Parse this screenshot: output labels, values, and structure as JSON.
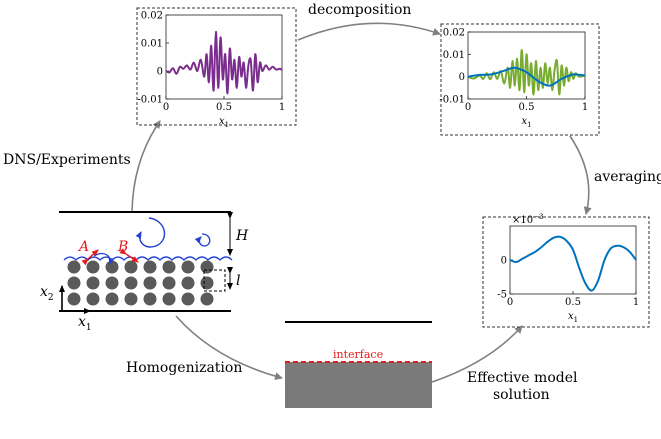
{
  "labels": {
    "decomposition": "decomposition",
    "averaging": "averaging",
    "dns": "DNS/Experiments",
    "homogenization": "Homogenization",
    "effective_line1": "Effective model",
    "effective_line2": "solution",
    "interface": "interface"
  },
  "channel": {
    "H": "H",
    "l": "l",
    "A": "A",
    "B": "B",
    "x2": "x",
    "x2_sub": "2",
    "x1": "x",
    "x1_sub": "1"
  },
  "colors": {
    "purple": "#7b2d8e",
    "green": "#77ac30",
    "blue": "#0072bd",
    "red": "#e41a1c",
    "vortex": "#1f3fd6",
    "grain": "#5a5a5a",
    "arrow": "#808080",
    "block": "#7a7a7a"
  },
  "chart_data": [
    {
      "type": "line",
      "name": "top",
      "xlabel": "x",
      "xlabel_sub": "1",
      "xlim": [
        0,
        1
      ],
      "ylim": [
        -0.01,
        0.02
      ],
      "xticks": [
        "0",
        "0.5",
        "1"
      ],
      "yticks": [
        "0.02",
        "0.01",
        "0",
        "-0.01"
      ],
      "series": [
        {
          "color": "#7b2d8e",
          "x": [
            0,
            0.03,
            0.06,
            0.09,
            0.12,
            0.15,
            0.18,
            0.21,
            0.24,
            0.27,
            0.3,
            0.33,
            0.35,
            0.37,
            0.39,
            0.41,
            0.43,
            0.45,
            0.47,
            0.49,
            0.51,
            0.53,
            0.55,
            0.57,
            0.59,
            0.61,
            0.63,
            0.65,
            0.67,
            0.69,
            0.71,
            0.73,
            0.75,
            0.77,
            0.79,
            0.81,
            0.83,
            0.86,
            0.89,
            0.92,
            0.95,
            0.98,
            1
          ],
          "y": [
            0,
            -0.0005,
            0.001,
            -0.001,
            0.0015,
            0.0008,
            0.002,
            0.0005,
            0.003,
            0,
            0.004,
            -0.002,
            0.006,
            -0.004,
            0.009,
            -0.007,
            0.014,
            -0.006,
            0.012,
            -0.003,
            0.006,
            -0.008,
            0.008,
            -0.003,
            0.004,
            -0.006,
            0.005,
            -0.002,
            0.003,
            -0.006,
            0.002,
            0.004,
            -0.007,
            0.006,
            -0.004,
            0.003,
            0,
            0.002,
            0.0005,
            0.0015,
            0.0005,
            0.0008,
            0.0004
          ]
        }
      ]
    },
    {
      "type": "line",
      "name": "right-top",
      "xlabel": "x",
      "xlabel_sub": "1",
      "xlim": [
        0,
        1
      ],
      "ylim": [
        -0.01,
        0.02
      ],
      "xticks": [
        "0",
        "0.5",
        "1"
      ],
      "yticks": [
        "0.02",
        "0.01",
        "0",
        "-0.01"
      ],
      "series": [
        {
          "color": "#77ac30",
          "x": [
            0,
            0.05,
            0.1,
            0.13,
            0.16,
            0.19,
            0.22,
            0.25,
            0.28,
            0.31,
            0.34,
            0.36,
            0.38,
            0.4,
            0.42,
            0.44,
            0.46,
            0.48,
            0.5,
            0.52,
            0.54,
            0.56,
            0.58,
            0.6,
            0.62,
            0.64,
            0.66,
            0.68,
            0.7,
            0.72,
            0.74,
            0.76,
            0.78,
            0.8,
            0.82,
            0.84,
            0.86,
            0.88,
            0.9,
            0.92,
            0.95,
            1
          ],
          "y": [
            0,
            -0.0008,
            0.0005,
            -0.001,
            0.0015,
            -0.0012,
            0.002,
            -0.001,
            0.0025,
            -0.003,
            0.004,
            -0.005,
            0.007,
            -0.004,
            0.008,
            -0.006,
            0.012,
            -0.007,
            0.01,
            -0.004,
            0.006,
            -0.008,
            0.007,
            -0.006,
            0.004,
            -0.005,
            0.006,
            -0.003,
            0.004,
            -0.006,
            0.003,
            0.007,
            -0.008,
            0.005,
            -0.004,
            0.004,
            -0.002,
            0.002,
            -0.001,
            0.0015,
            0,
            0.0005
          ]
        },
        {
          "color": "#0072bd",
          "x": [
            0,
            0.1,
            0.2,
            0.3,
            0.4,
            0.5,
            0.6,
            0.7,
            0.8,
            0.9,
            1
          ],
          "y": [
            0,
            0.0008,
            0.001,
            0.0025,
            0.004,
            0.002,
            -0.002,
            -0.004,
            -0.001,
            0.001,
            0.0005
          ]
        }
      ]
    },
    {
      "type": "line",
      "name": "averaged",
      "xlabel": "x",
      "xlabel_sub": "1",
      "xlim": [
        0,
        1
      ],
      "ylim": [
        -0.005,
        0.005
      ],
      "xticks": [
        "0",
        "0.5",
        "1"
      ],
      "yticks": [
        "0",
        "-5"
      ],
      "yscale_label": "×10",
      "yscale_exp": "−3",
      "series": [
        {
          "color": "#0072bd",
          "x": [
            0,
            0.05,
            0.1,
            0.15,
            0.2,
            0.25,
            0.3,
            0.35,
            0.4,
            0.45,
            0.5,
            0.55,
            0.6,
            0.65,
            0.7,
            0.75,
            0.8,
            0.85,
            0.9,
            0.95,
            1
          ],
          "y": [
            0,
            -0.0003,
            0.0002,
            0.0007,
            0.0012,
            0.0019,
            0.0027,
            0.0033,
            0.0034,
            0.0028,
            0.0015,
            -0.0012,
            -0.0035,
            -0.0045,
            -0.003,
            0,
            0.0017,
            0.0021,
            0.0019,
            0.0012,
            0
          ]
        }
      ]
    }
  ]
}
